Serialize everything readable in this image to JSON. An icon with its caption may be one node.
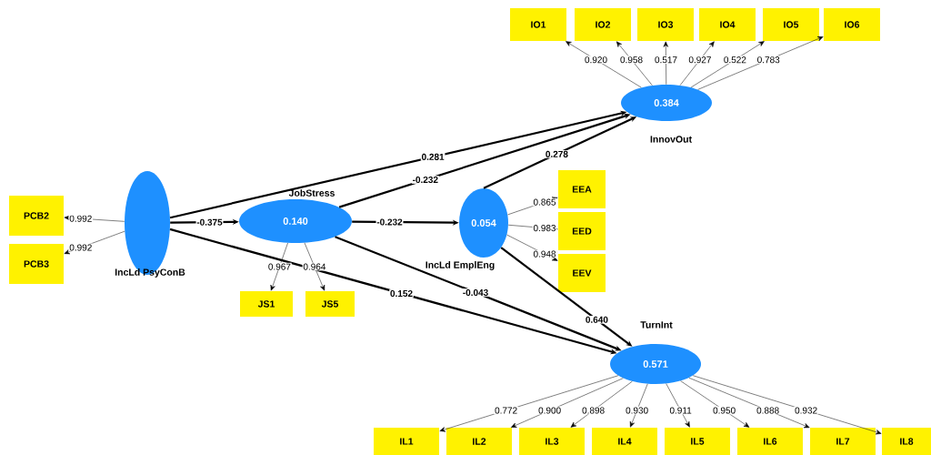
{
  "diagram": {
    "nodes": [
      {
        "text": [
          "IncLd PsyConB"
        ]
      },
      {
        "text": [
          "JobStress",
          "0.140"
        ]
      },
      {
        "text": [
          "0.054",
          "IncLd EmplEng"
        ]
      },
      {
        "text": [
          "0.384",
          "InnovOut"
        ]
      },
      {
        "text": [
          "TurnInt",
          "0.571"
        ]
      },
      {
        "text": [
          "PCB2"
        ]
      },
      {
        "text": [
          "PCB3"
        ]
      },
      {
        "text": [
          "JS1"
        ]
      },
      {
        "text": [
          "JS5"
        ]
      },
      {
        "text": [
          "EEA"
        ]
      },
      {
        "text": [
          "EED"
        ]
      },
      {
        "text": [
          "EEV"
        ]
      },
      {
        "text": [
          "IO1"
        ]
      },
      {
        "text": [
          "IO2"
        ]
      },
      {
        "text": [
          "IO3"
        ]
      },
      {
        "text": [
          "IO4"
        ]
      },
      {
        "text": [
          "IO5"
        ]
      },
      {
        "text": [
          "IO6"
        ]
      },
      {
        "text": [
          "IL1"
        ]
      },
      {
        "text": [
          "IL2"
        ]
      },
      {
        "text": [
          "IL3"
        ]
      },
      {
        "text": [
          "IL4"
        ]
      },
      {
        "text": [
          "IL5"
        ]
      },
      {
        "text": [
          "IL6"
        ]
      },
      {
        "text": [
          "IL7"
        ]
      },
      {
        "text": [
          "IL8"
        ]
      }
    ],
    "edges": [
      {
        "from": 0,
        "to": 1,
        "arrow": "to",
        "label": "-0.375",
        "style": "thick"
      },
      {
        "from": 0,
        "to": 3,
        "arrow": "to",
        "label": "0.281",
        "style": "thick"
      },
      {
        "from": 1,
        "to": 3,
        "arrow": "to",
        "label": "-0.232",
        "style": "thick"
      },
      {
        "from": 2,
        "to": 3,
        "arrow": "to",
        "label": "0.278",
        "style": "thick"
      },
      {
        "from": 1,
        "to": 2,
        "arrow": "to",
        "label": "-0.232",
        "style": "thick"
      },
      {
        "from": 0,
        "to": 4,
        "arrow": "to",
        "label": "0.152",
        "style": "thick"
      },
      {
        "from": 1,
        "to": 4,
        "arrow": "to",
        "label": "-0.043",
        "style": "thick"
      },
      {
        "from": 2,
        "to": 4,
        "arrow": "to",
        "label": "0.640",
        "style": "thick"
      },
      {
        "from": 0,
        "to": 5,
        "arrow": "to",
        "label": "0.992"
      },
      {
        "from": 0,
        "to": 6,
        "arrow": "to",
        "label": "0.992"
      },
      {
        "from": 1,
        "to": 7,
        "arrow": "to",
        "label": "0.967"
      },
      {
        "from": 1,
        "to": 8,
        "arrow": "to",
        "label": "0.964"
      },
      {
        "from": 2,
        "to": 9,
        "arrow": "to",
        "label": "0.865"
      },
      {
        "from": 2,
        "to": 10,
        "arrow": "to",
        "label": "0.983"
      },
      {
        "from": 2,
        "to": 11,
        "arrow": "to",
        "label": "0.948"
      },
      {
        "from": 3,
        "to": 12,
        "arrow": "to",
        "label": "0.920"
      },
      {
        "from": 3,
        "to": 13,
        "arrow": "to",
        "label": "0.958"
      },
      {
        "from": 3,
        "to": 14,
        "arrow": "to",
        "label": "0.517"
      },
      {
        "from": 3,
        "to": 15,
        "arrow": "to",
        "label": "0.927"
      },
      {
        "from": 3,
        "to": 16,
        "arrow": "to",
        "label": "0.522"
      },
      {
        "from": 3,
        "to": 17,
        "arrow": "to",
        "label": "0.783"
      },
      {
        "from": 4,
        "to": 18,
        "arrow": "to",
        "label": "0.772"
      },
      {
        "from": 4,
        "to": 19,
        "arrow": "to",
        "label": "0.900"
      },
      {
        "from": 4,
        "to": 20,
        "arrow": "to",
        "label": "0.898"
      },
      {
        "from": 4,
        "to": 21,
        "arrow": "to",
        "label": "0.930"
      },
      {
        "from": 4,
        "to": 22,
        "arrow": "to",
        "label": "0.911"
      },
      {
        "from": 4,
        "to": 23,
        "arrow": "to",
        "label": "0.950"
      },
      {
        "from": 4,
        "to": 24,
        "arrow": "to",
        "label": "0.888"
      },
      {
        "from": 4,
        "to": 25,
        "arrow": "to",
        "label": "0.932"
      }
    ]
  }
}
